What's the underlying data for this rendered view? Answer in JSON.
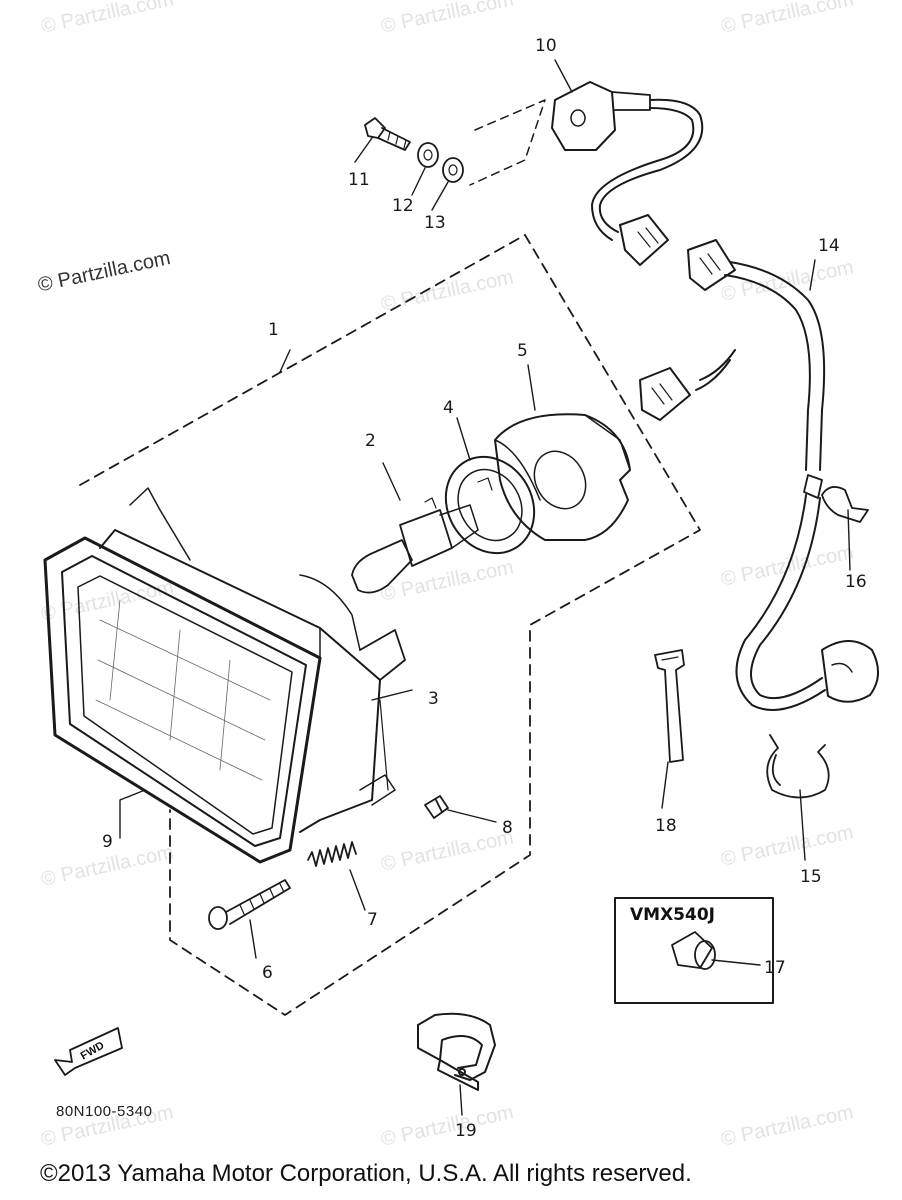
{
  "watermark": "© Partzilla.com",
  "watermark_main": "© Partzilla.com",
  "callouts": {
    "c1": "1",
    "c2": "2",
    "c3": "3",
    "c4": "4",
    "c5": "5",
    "c6": "6",
    "c7": "7",
    "c8": "8",
    "c9": "9",
    "c10": "10",
    "c11": "11",
    "c12": "12",
    "c13": "13",
    "c14": "14",
    "c15": "15",
    "c16": "16",
    "c17": "17",
    "c18": "18",
    "c19": "19"
  },
  "variant_label": "VMX540J",
  "fwd_label": "FWD",
  "part_code": "80N100-5340",
  "copyright": "©2013  Yamaha Motor Corporation, U.S.A. All rights reserved.",
  "colors": {
    "line": "#1a1a1a",
    "watermark": "#e2e2e2"
  }
}
